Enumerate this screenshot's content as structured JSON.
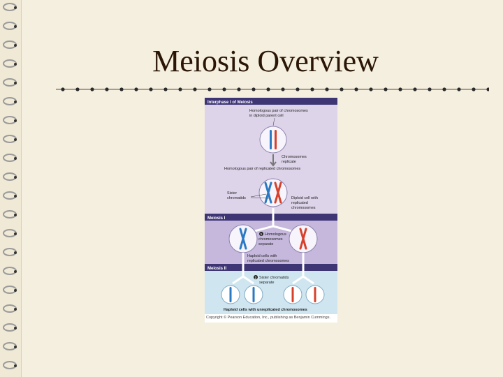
{
  "slide": {
    "title": "Meiosis Overview"
  },
  "figure": {
    "section_interphase": "Interphase I of Meiosis",
    "label_homologous_pair": "Homologous pair of chromosomes",
    "label_homologous_pair_2": "in diploid parent cell",
    "label_replicate": "Chromosomes",
    "label_replicate_2": "replicate",
    "label_replicated_pair": "Homologous pair of replicated chromosomes",
    "label_sister": "Sister",
    "label_sister_2": "chromatids",
    "label_diploid": "Diploid cell with",
    "label_diploid_2": "replicated",
    "label_diploid_3": "chromosomes",
    "section_meiosis1": "Meiosis I",
    "step1_number": "1",
    "step1_label": "Homologous",
    "step1_label_2": "chromosomes",
    "step1_label_3": "separate",
    "label_haploid_replicated": "Haploid cells with",
    "label_haploid_replicated_2": "replicated chromosomes",
    "section_meiosis2": "Meiosis II",
    "step2_number": "2",
    "step2_label": "Sister chromatids",
    "step2_label_2": "separate",
    "label_haploid_unreplicated": "Haploid cells with unreplicated chromosomes",
    "credit": "Copyright © Pearson Education, Inc., publishing as Benjamin Cummings."
  },
  "colors": {
    "interphase_bg": "#ddd4ea",
    "meiosis1_bg": "#c6b8dd",
    "meiosis2_bg": "#cfe6f1",
    "section_bar": "#3e3575",
    "chromosome_blue": "#2b79c2",
    "chromosome_red": "#d6412b",
    "title_text": "#2b1606"
  }
}
